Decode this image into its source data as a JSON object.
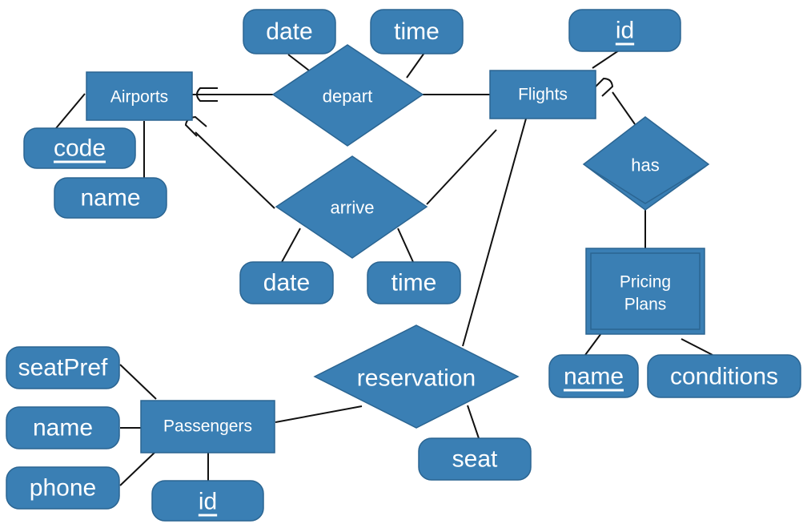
{
  "colors": {
    "fill": "#3a7fb4",
    "stroke": "#2b6592",
    "text": "#ffffff",
    "line": "#111111"
  },
  "entities": {
    "airports": "Airports",
    "flights": "Flights",
    "pricing_plans_line1": "Pricing",
    "pricing_plans_line2": "Plans",
    "passengers": "Passengers"
  },
  "relationships": {
    "depart": "depart",
    "arrive": "arrive",
    "has": "has",
    "reservation": "reservation"
  },
  "attributes": {
    "depart_date": "date",
    "depart_time": "time",
    "flights_id": "id",
    "airports_code": "code",
    "airports_name": "name",
    "arrive_date": "date",
    "arrive_time": "time",
    "passengers_seatpref": "seatPref",
    "passengers_name": "name",
    "passengers_phone": "phone",
    "passengers_id": "id",
    "reservation_seat": "seat",
    "pricing_name": "name",
    "pricing_conditions": "conditions"
  }
}
